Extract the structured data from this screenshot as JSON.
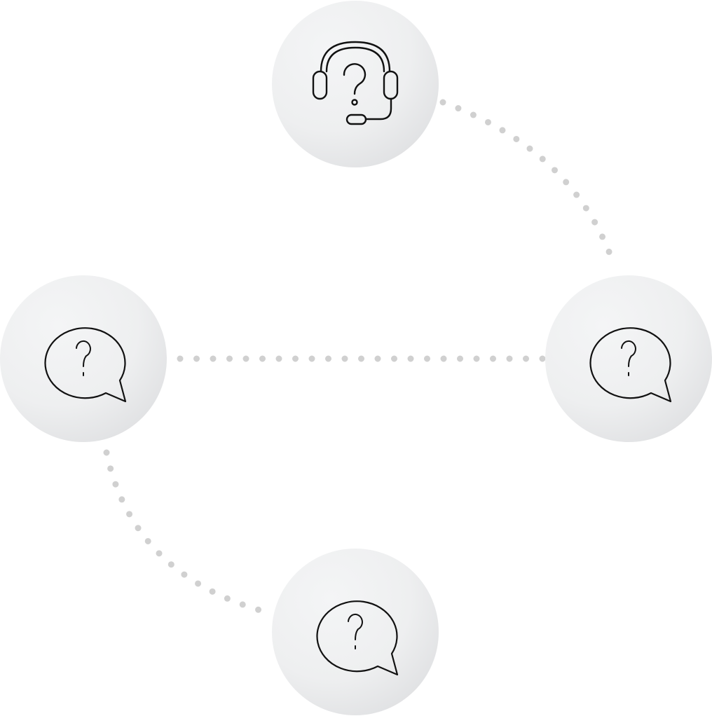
{
  "diagram": {
    "nodes": [
      {
        "id": "top",
        "icon": "headset-question-icon"
      },
      {
        "id": "left",
        "icon": "speech-bubble-question-icon"
      },
      {
        "id": "right",
        "icon": "speech-bubble-question-icon"
      },
      {
        "id": "bottom",
        "icon": "speech-bubble-question-icon"
      }
    ],
    "connections": [
      {
        "from": "top",
        "to": "right",
        "style": "dotted-arc"
      },
      {
        "from": "left",
        "to": "right",
        "style": "dotted-line"
      },
      {
        "from": "left",
        "to": "bottom",
        "style": "dotted-arc"
      }
    ],
    "colors": {
      "node_light": "#f4f5f6",
      "node_dark": "#dfe0e2",
      "connector": "#d0d0d0",
      "icon_stroke": "#111111"
    }
  }
}
